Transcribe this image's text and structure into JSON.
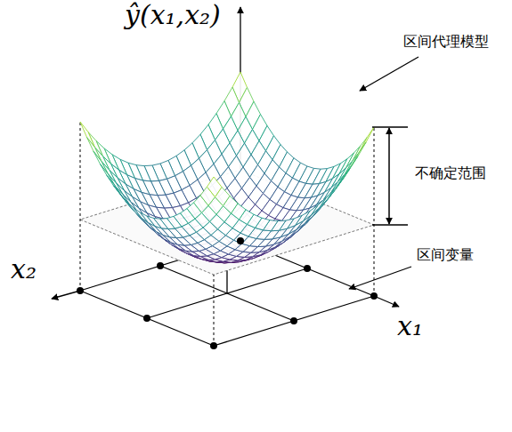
{
  "diagram": {
    "labels": [
      "ŷ(x₁,x₂)",
      "区间代理模型",
      "不确定范围",
      "区间变量",
      "x₂",
      "x₁"
    ]
  }
}
